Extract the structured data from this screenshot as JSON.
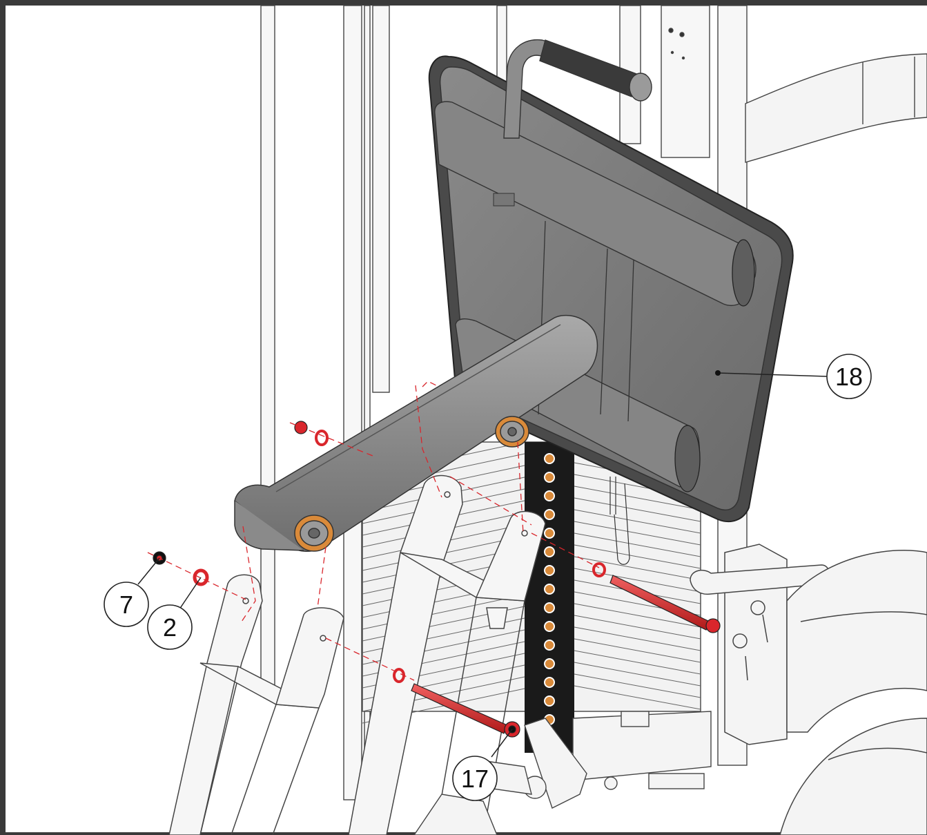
{
  "diagram": {
    "callouts": [
      {
        "id": "18",
        "label": "18",
        "part": "back-pad-assembly"
      },
      {
        "id": "7",
        "label": "7",
        "part": "nut"
      },
      {
        "id": "2",
        "label": "2",
        "part": "washer"
      },
      {
        "id": "17",
        "label": "17",
        "part": "bolt"
      }
    ],
    "colors": {
      "frame_outline": "#3a3a3a",
      "pad_gray": "#7d7d7d",
      "pad_rim": "#4a4a4a",
      "hardware_red": "#d9262c",
      "bearing_orange": "#d98a3a",
      "stack_black": "#1a1a1a",
      "frame_fill": "#f4f4f4"
    }
  }
}
